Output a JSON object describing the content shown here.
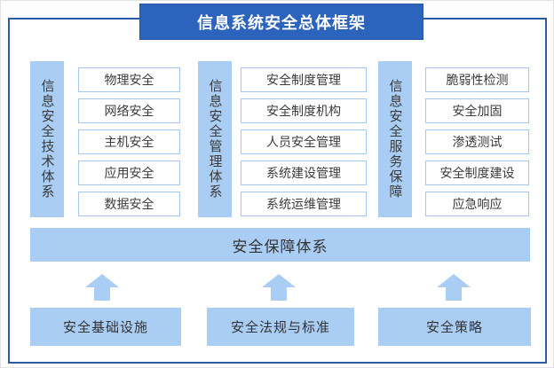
{
  "title": "信息系统安全总体框架",
  "columns": [
    {
      "label": "信息安全技术体系",
      "items": [
        "物理安全",
        "网络安全",
        "主机安全",
        "应用安全",
        "数据安全"
      ]
    },
    {
      "label": "信息安全管理体系",
      "items": [
        "安全制度管理",
        "安全制度机构",
        "人员安全管理",
        "系统建设管理",
        "系统运维管理"
      ]
    },
    {
      "label": "信息安全服务保障",
      "items": [
        "脆弱性检测",
        "安全加固",
        "渗透测试",
        "安全制度建设",
        "应急响应"
      ]
    }
  ],
  "assurance_bar": "安全保障体系",
  "foundations": [
    "安全基础设施",
    "安全法规与标准",
    "安全策略"
  ],
  "icons": {
    "arrow": "up-arrow"
  },
  "colors": {
    "primary_blue": "#2c63bd",
    "frame_border": "#2b5aad",
    "light_blue_fill": "#aacdf4",
    "box_border": "#a3c7f0",
    "text_dark": "#3c3c3c",
    "title_text": "#ffffff"
  }
}
